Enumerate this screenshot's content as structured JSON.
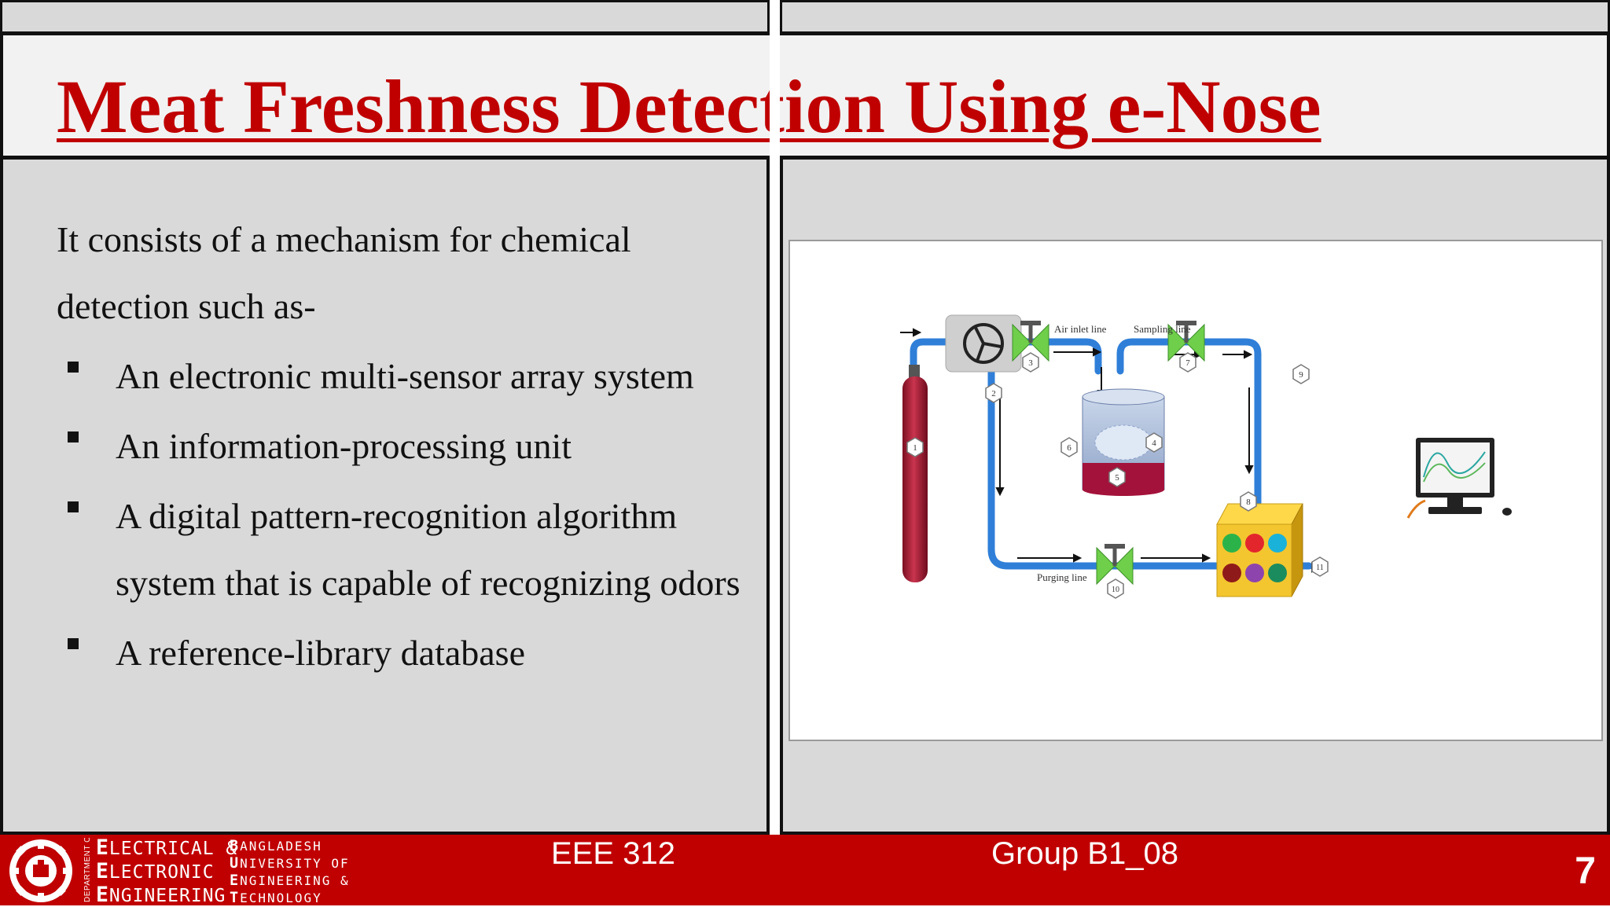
{
  "slide": {
    "title": "Meat Freshness Detection Using e-Nose",
    "intro": "It consists of a mechanism for chemical detection such as-",
    "bullets": [
      "An electronic multi-sensor array system",
      "An information-processing unit",
      "A digital pattern-recognition algorithm system that is capable of recognizing odors",
      "A reference-library database"
    ],
    "page_number": "7"
  },
  "diagram": {
    "labels": {
      "air_inlet_line": "Air inlet line",
      "sampling_line": "Sampling line",
      "purging_line": "Purging line"
    },
    "numbers": [
      "1",
      "2",
      "3",
      "4",
      "5",
      "6",
      "7",
      "8",
      "9",
      "10",
      "11"
    ],
    "colors": {
      "pipe": "#2f7fd8",
      "valve": "#6fcf4a",
      "cylinder": "#b0213a",
      "box": "#f3c62f",
      "liquid": "#a3123a"
    }
  },
  "footer": {
    "department_vertical": "DEPARTMENT OF",
    "department_lines": [
      {
        "initial": "E",
        "rest": "LECTRICAL &"
      },
      {
        "initial": "E",
        "rest": "LECTRONIC"
      },
      {
        "initial": "E",
        "rest": "NGINEERING"
      }
    ],
    "university_lines": [
      {
        "initial": "B",
        "rest": "ANGLADESH"
      },
      {
        "initial": "U",
        "rest": "NIVERSITY OF"
      },
      {
        "initial": "E",
        "rest": "NGINEERING &"
      },
      {
        "initial": "T",
        "rest": "ECHNOLOGY"
      }
    ],
    "course_code": "EEE 312",
    "group": "Group B1_08"
  },
  "theme": {
    "accent_red": "#c00000",
    "panel_gray": "#d9d9d9",
    "logo_icon": "gear-emblem-icon",
    "bullet_icon": "square-bullet-icon"
  }
}
